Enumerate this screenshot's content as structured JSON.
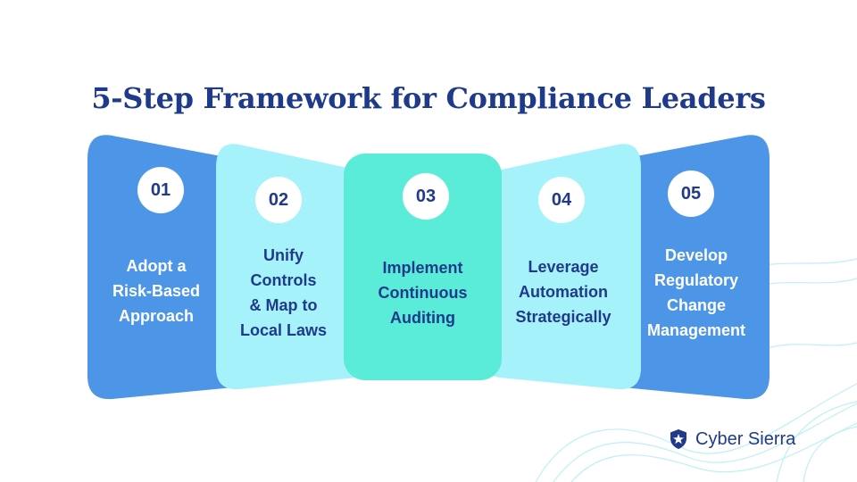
{
  "title": "5-Step Framework for Compliance Leaders",
  "colors": {
    "title": "#1f3a8a",
    "step_blue": "#4d95e6",
    "step_cyan": "#a6f2fb",
    "step_teal": "#5aecd8",
    "circle": "#ffffff"
  },
  "steps": [
    {
      "number": "01",
      "label": "Adopt a\nRisk-Based\nApproach"
    },
    {
      "number": "02",
      "label": "Unify\nControls\n& Map to\nLocal Laws"
    },
    {
      "number": "03",
      "label": "Implement\nContinuous\nAuditing"
    },
    {
      "number": "04",
      "label": "Leverage\nAutomation\nStrategically"
    },
    {
      "number": "05",
      "label": "Develop\nRegulatory\nChange\nManagement"
    }
  ],
  "brand": {
    "name": "Cyber Sierra",
    "icon": "shield-icon"
  }
}
